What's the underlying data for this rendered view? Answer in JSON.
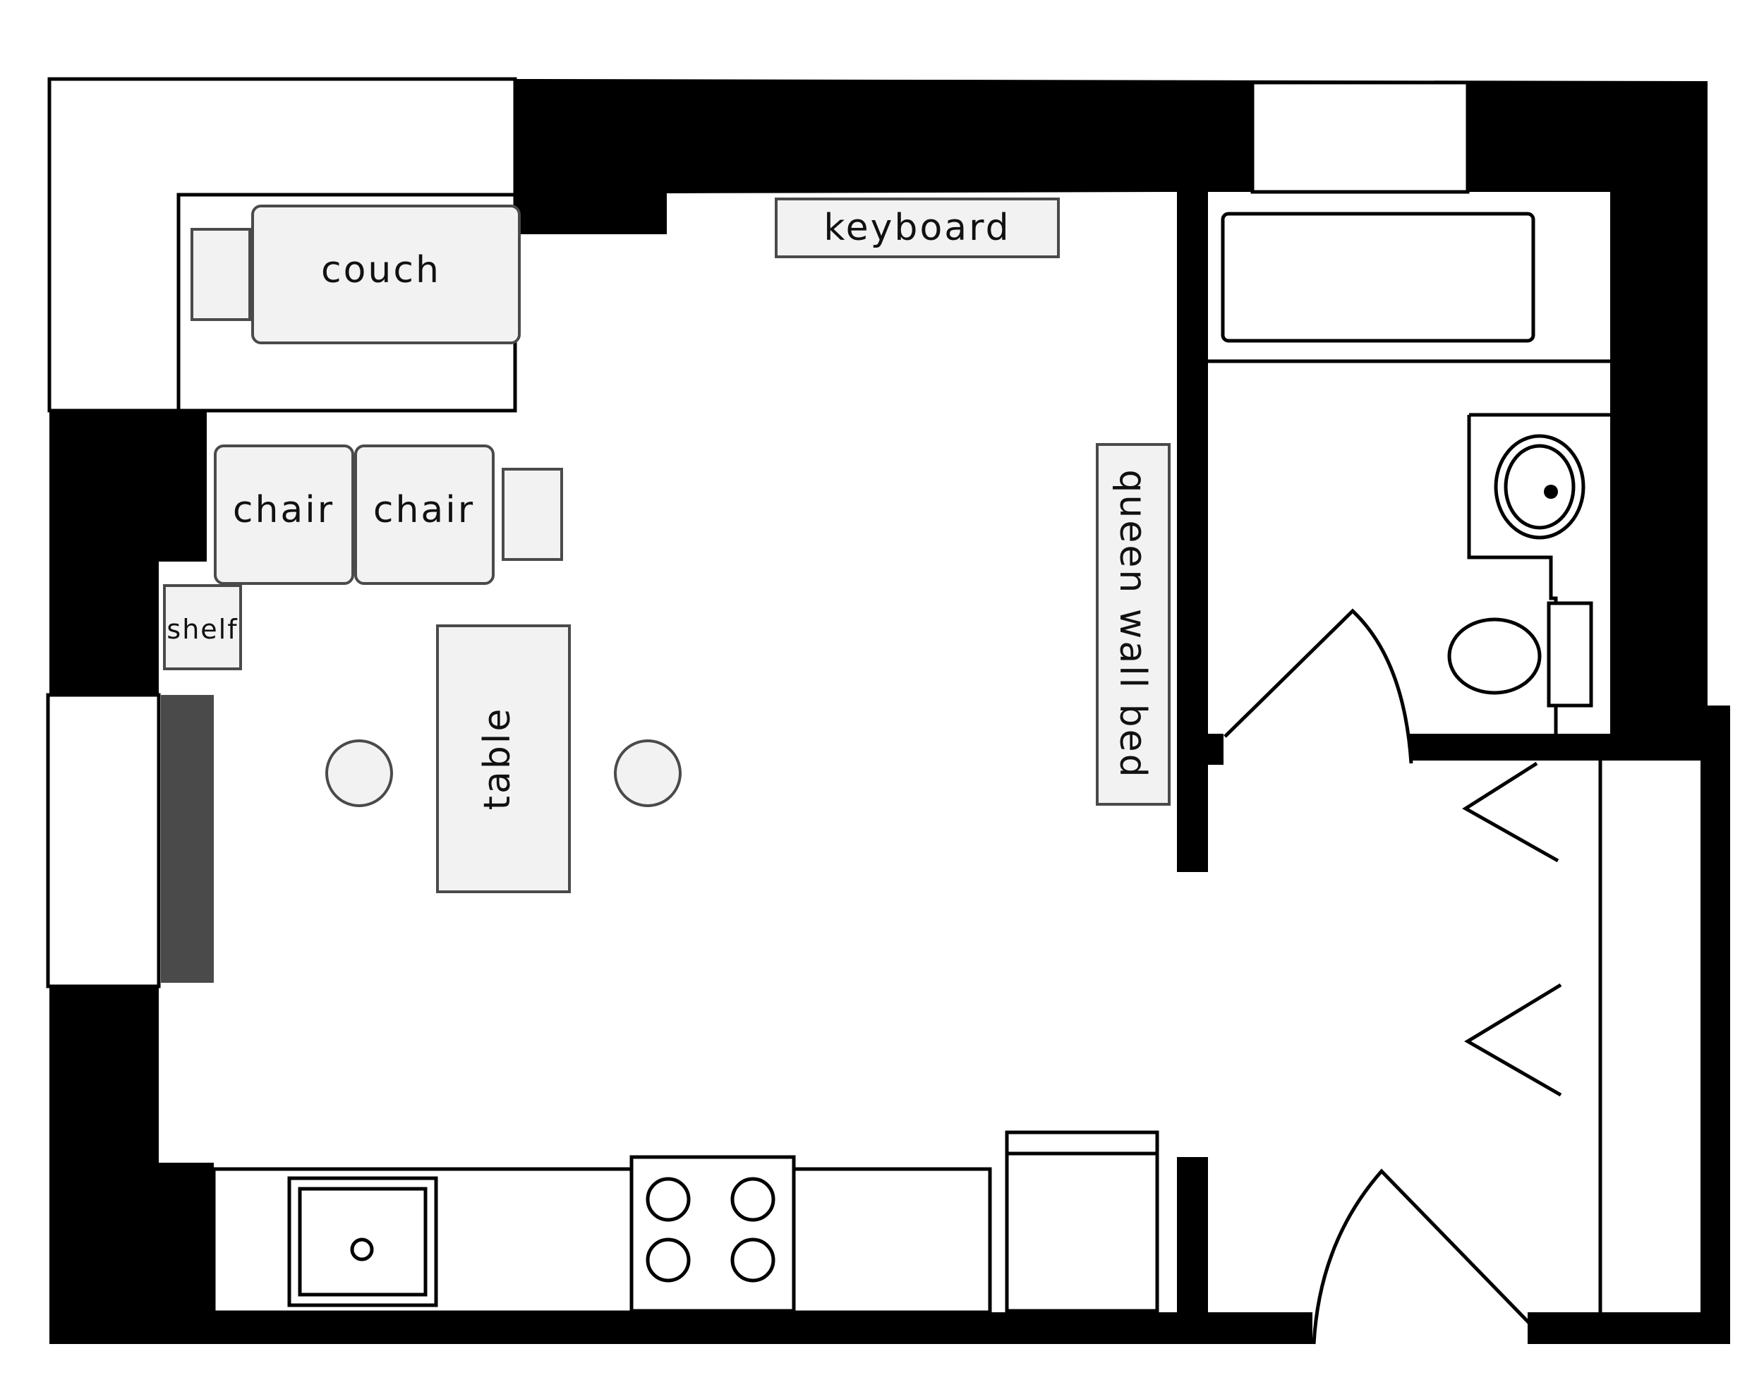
{
  "colors": {
    "wall": "#000000",
    "furniture_fill": "#f2f2f2",
    "furniture_stroke": "#4a4a4a",
    "radiator": "#4a4a4a",
    "background": "#ffffff"
  },
  "labels": {
    "couch": "couch",
    "keyboard": "keyboard",
    "chair_left": "chair",
    "chair_right": "chair",
    "shelf": "shelf",
    "table": "table",
    "wall_bed": "queen wall bed"
  },
  "icons": [
    "sink-icon",
    "stove-burner-icon",
    "toilet-icon",
    "bathroom-sink-icon",
    "bathtub-icon",
    "door-swing-icon",
    "closet-door-icon"
  ]
}
